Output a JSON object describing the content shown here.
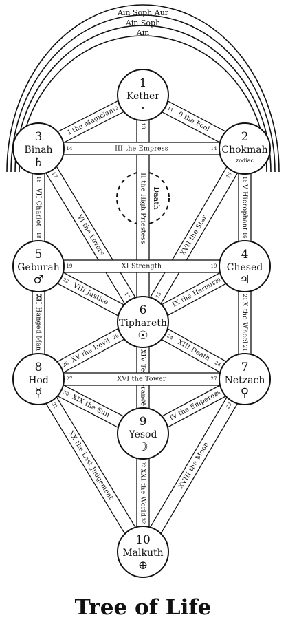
{
  "veils": [
    "Ain Soph Aur",
    "Ain Soph",
    "Ain"
  ],
  "title": "Tree of Life",
  "daath": "Daath",
  "sephiroth": [
    {
      "id": "kether",
      "num": "1",
      "name": "Kether",
      "symbol": "·",
      "sub": ""
    },
    {
      "id": "chokmah",
      "num": "2",
      "name": "Chokmah",
      "symbol": "",
      "sub": "zodiac"
    },
    {
      "id": "binah",
      "num": "3",
      "name": "Binah",
      "symbol": "♄",
      "sub": ""
    },
    {
      "id": "chesed",
      "num": "4",
      "name": "Chesed",
      "symbol": "♃",
      "sub": ""
    },
    {
      "id": "geburah",
      "num": "5",
      "name": "Geburah",
      "symbol": "♂",
      "sub": ""
    },
    {
      "id": "tiphareth",
      "num": "6",
      "name": "Tiphareth",
      "symbol": "☉",
      "sub": ""
    },
    {
      "id": "netzach",
      "num": "7",
      "name": "Netzach",
      "symbol": "♀",
      "sub": ""
    },
    {
      "id": "hod",
      "num": "8",
      "name": "Hod",
      "symbol": "☿",
      "sub": ""
    },
    {
      "id": "yesod",
      "num": "9",
      "name": "Yesod",
      "symbol": "☽",
      "sub": ""
    },
    {
      "id": "malkuth",
      "num": "10",
      "name": "Malkuth",
      "symbol": "⊕",
      "sub": ""
    }
  ],
  "paths": [
    {
      "from": "kether",
      "to": "chokmah",
      "label": "0 the Fool",
      "n1": "11",
      "n2": ""
    },
    {
      "from": "kether",
      "to": "binah",
      "label": "I the Magician",
      "n1": "12",
      "n2": ""
    },
    {
      "from": "kether",
      "to": "tiphareth",
      "label": "II the High Priestess",
      "n1": "13",
      "n2": ""
    },
    {
      "from": "binah",
      "to": "chokmah",
      "label": "III the Empress",
      "n1": "14",
      "n2": "14"
    },
    {
      "from": "chokmah",
      "to": "tiphareth",
      "label": "XVII the Star",
      "n1": "15",
      "n2": "15"
    },
    {
      "from": "chokmah",
      "to": "chesed",
      "label": "V Hierophant",
      "n1": "16",
      "n2": "16"
    },
    {
      "from": "binah",
      "to": "tiphareth",
      "label": "VI the Lovers",
      "n1": "17",
      "n2": "17"
    },
    {
      "from": "binah",
      "to": "geburah",
      "label": "VII Chariot",
      "n1": "18",
      "n2": "18"
    },
    {
      "from": "geburah",
      "to": "chesed",
      "label": "XI Strength",
      "n1": "19",
      "n2": "19"
    },
    {
      "from": "chesed",
      "to": "tiphareth",
      "label": "IX the Hermit",
      "n1": "20",
      "n2": ""
    },
    {
      "from": "chesed",
      "to": "netzach",
      "label": "X the Wheel",
      "n1": "21",
      "n2": "21"
    },
    {
      "from": "geburah",
      "to": "tiphareth",
      "label": "VIII Justice",
      "n1": "22",
      "n2": ""
    },
    {
      "from": "geburah",
      "to": "hod",
      "label": "XII Hanged Man",
      "n1": "23",
      "n2": ""
    },
    {
      "from": "tiphareth",
      "to": "netzach",
      "label": "XIII Death",
      "n1": "24",
      "n2": "24"
    },
    {
      "from": "tiphareth",
      "to": "yesod",
      "label": "XIV Temperance",
      "n1": "25",
      "n2": "25"
    },
    {
      "from": "tiphareth",
      "to": "hod",
      "label": "XV the Devil",
      "n1": "26",
      "n2": "26"
    },
    {
      "from": "hod",
      "to": "netzach",
      "label": "XVI the Tower",
      "n1": "27",
      "n2": "27"
    },
    {
      "from": "netzach",
      "to": "yesod",
      "label": "IV the Emperor",
      "n1": "28",
      "n2": ""
    },
    {
      "from": "netzach",
      "to": "malkuth",
      "label": "XVIII the Moon",
      "n1": "29",
      "n2": ""
    },
    {
      "from": "hod",
      "to": "yesod",
      "label": "XIX the Sun",
      "n1": "30",
      "n2": ""
    },
    {
      "from": "hod",
      "to": "malkuth",
      "label": "XX the Last Judgement",
      "n1": "31",
      "n2": ""
    },
    {
      "from": "yesod",
      "to": "malkuth",
      "label": "XXI the World",
      "n1": "32",
      "n2": "32"
    }
  ]
}
